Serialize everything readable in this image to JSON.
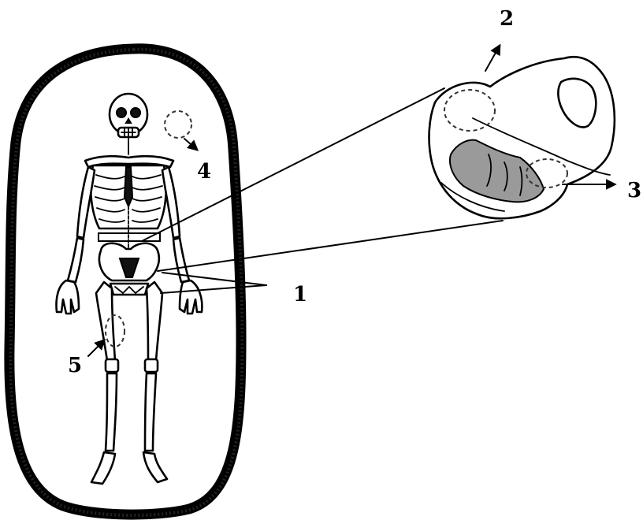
{
  "labels": {
    "l1": "1",
    "l2": "2",
    "l3": "3",
    "l4": "4",
    "l5": "5"
  },
  "colors": {
    "ink": "#000000",
    "background": "#ffffff",
    "shaded_region": "#9a9a9a"
  }
}
